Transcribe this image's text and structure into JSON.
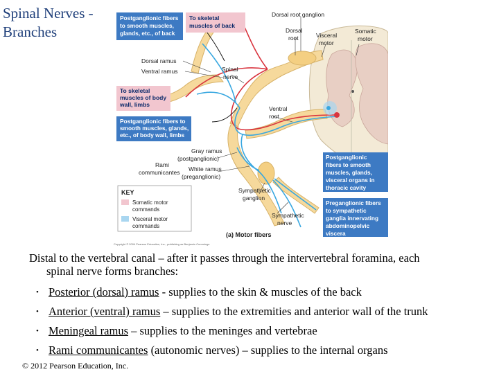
{
  "title": "Spinal Nerves - Branches",
  "figure": {
    "labels": {
      "postgang_top": [
        "Postganglionic fibers",
        "to smooth muscles,",
        "glands, etc., of back"
      ],
      "to_skeletal_back": [
        "To skeletal",
        "muscles of back"
      ],
      "dorsal_root_ganglion": "Dorsal root ganglion",
      "dorsal_root": [
        "Dorsal",
        "root"
      ],
      "visceral_motor": [
        "Visceral",
        "motor"
      ],
      "somatic_motor": [
        "Somatic",
        "motor"
      ],
      "dorsal_ramus": "Dorsal ramus",
      "ventral_ramus": "Ventral ramus",
      "spinal_nerve": [
        "Spinal",
        "nerve"
      ],
      "to_skeletal_limbs": [
        "To skeletal",
        "muscles of body",
        "wall, limbs"
      ],
      "ventral_root": [
        "Ventral",
        "root"
      ],
      "postgang_limbs": [
        "Postganglionic fibers to",
        "smooth muscles, glands,",
        "etc., of body wall, limbs"
      ],
      "gray_ramus": [
        "Gray ramus",
        "(postganglionic)"
      ],
      "rami_communicantes": [
        "Rami",
        "communicantes"
      ],
      "white_ramus": [
        "White ramus",
        "(preganglionic)"
      ],
      "postgang_thoracic": [
        "Postganglionic",
        "fibers to smooth",
        "muscles, glands,",
        "visceral organs in",
        "thoracic cavity"
      ],
      "sympathetic_ganglion": [
        "Sympathetic",
        "ganglion"
      ],
      "pregang": [
        "Preganglionic fibers",
        "to sympathetic",
        "ganglia innervating",
        "abdominopelvic",
        "viscera"
      ],
      "sympathetic_nerve": [
        "Sympathetic",
        "nerve"
      ],
      "key_title": "KEY",
      "key_somatic": [
        "Somatic motor",
        "commands"
      ],
      "key_visceral": [
        "Visceral motor",
        "commands"
      ],
      "caption": "(a) Motor fibers",
      "copyright": "Copyright © 2004 Pearson Education, Inc., publishing as Benjamin Cummings"
    },
    "colors": {
      "nerve": "#f6d99c",
      "somatic": "#d9343e",
      "visceral": "#38a7e0",
      "pink_box": "#f2c6cf",
      "blue_box": "#3d7ac3"
    }
  },
  "text": {
    "intro_line1": "Distal to the vertebral canal – after it passes through the intervertebral foramina, each",
    "intro_line2": "spinal nerve forms branches:",
    "bullet_glyph": "•",
    "bullets": [
      {
        "term": "Posterior (dorsal) ramus",
        "rest": " - supplies to the skin & muscles of the back"
      },
      {
        "term": "Anterior (ventral) ramus",
        "rest": " – supplies to the extremities and anterior wall of the trunk"
      },
      {
        "term": "Meningeal ramus",
        "rest": " – supplies to the meninges and vertebrae"
      },
      {
        "term": "Rami communicantes",
        "rest": " (autonomic nerves) – supplies to the internal organs"
      }
    ]
  },
  "footer": "© 2012 Pearson Education, Inc."
}
